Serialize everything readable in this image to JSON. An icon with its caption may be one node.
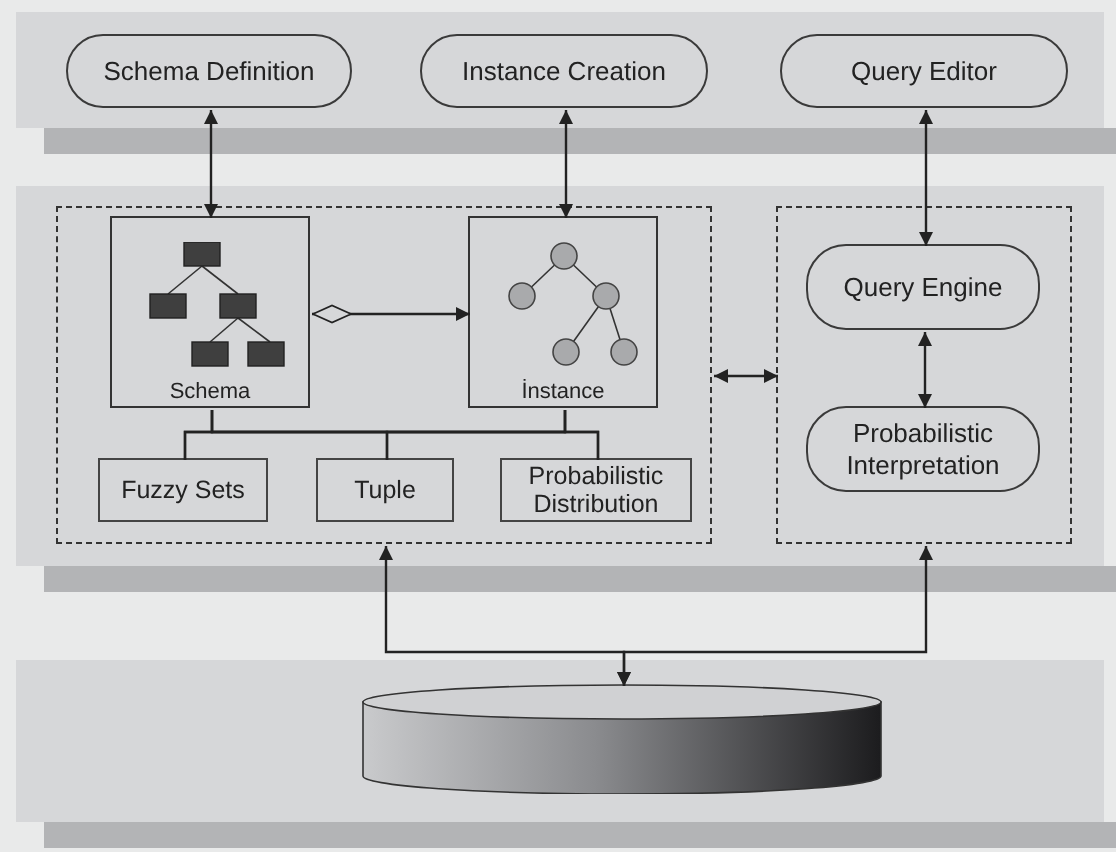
{
  "diagram": {
    "nodes": [
      {
        "text": [],
        "shape": "band"
      },
      {
        "text": [
          "Schema Definition"
        ],
        "in": 0
      },
      {
        "text": [
          "Instance Creation"
        ],
        "in": 0
      },
      {
        "text": [
          "Query Editor"
        ],
        "in": 0
      },
      {
        "text": [],
        "shape": "band"
      },
      {
        "text": [],
        "shape": "box",
        "in": 4
      },
      {
        "text": [
          "Schema"
        ],
        "in": 5
      },
      {
        "text": [
          "İnstance"
        ],
        "in": 5
      },
      {
        "text": [
          "Fuzzy Sets"
        ],
        "in": 5
      },
      {
        "text": [
          "Tuple"
        ],
        "in": 5
      },
      {
        "text": [
          "Probabilistic Distribution"
        ],
        "in": 5
      },
      {
        "text": [],
        "shape": "box",
        "in": 4
      },
      {
        "text": [
          "Query Engine"
        ],
        "in": 11
      },
      {
        "text": [
          "Probabilistic Interpretation"
        ],
        "in": 11
      },
      {
        "text": [],
        "shape": "band"
      },
      {
        "text": [],
        "shape": "cylinder",
        "in": 14
      }
    ],
    "edges": [
      {
        "from": 1,
        "to": 6,
        "arrow": "both"
      },
      {
        "from": 2,
        "to": 7,
        "arrow": "both"
      },
      {
        "from": 3,
        "to": 12,
        "arrow": "both"
      },
      {
        "from": 12,
        "to": 13,
        "arrow": "both"
      },
      {
        "from": 6,
        "to": 7,
        "arrow": "to"
      },
      {
        "from": 5,
        "to": 11,
        "arrow": "both"
      },
      {
        "from": 6,
        "to": 8,
        "arrow": "none"
      },
      {
        "from": 6,
        "to": 9,
        "arrow": "none"
      },
      {
        "from": 6,
        "to": 10,
        "arrow": "none"
      },
      {
        "from": 7,
        "to": 8,
        "arrow": "none"
      },
      {
        "from": 7,
        "to": 9,
        "arrow": "none"
      },
      {
        "from": 7,
        "to": 10,
        "arrow": "none"
      },
      {
        "from": 15,
        "to": 5,
        "arrow": "both"
      },
      {
        "from": 15,
        "to": 11,
        "arrow": "both"
      }
    ]
  }
}
